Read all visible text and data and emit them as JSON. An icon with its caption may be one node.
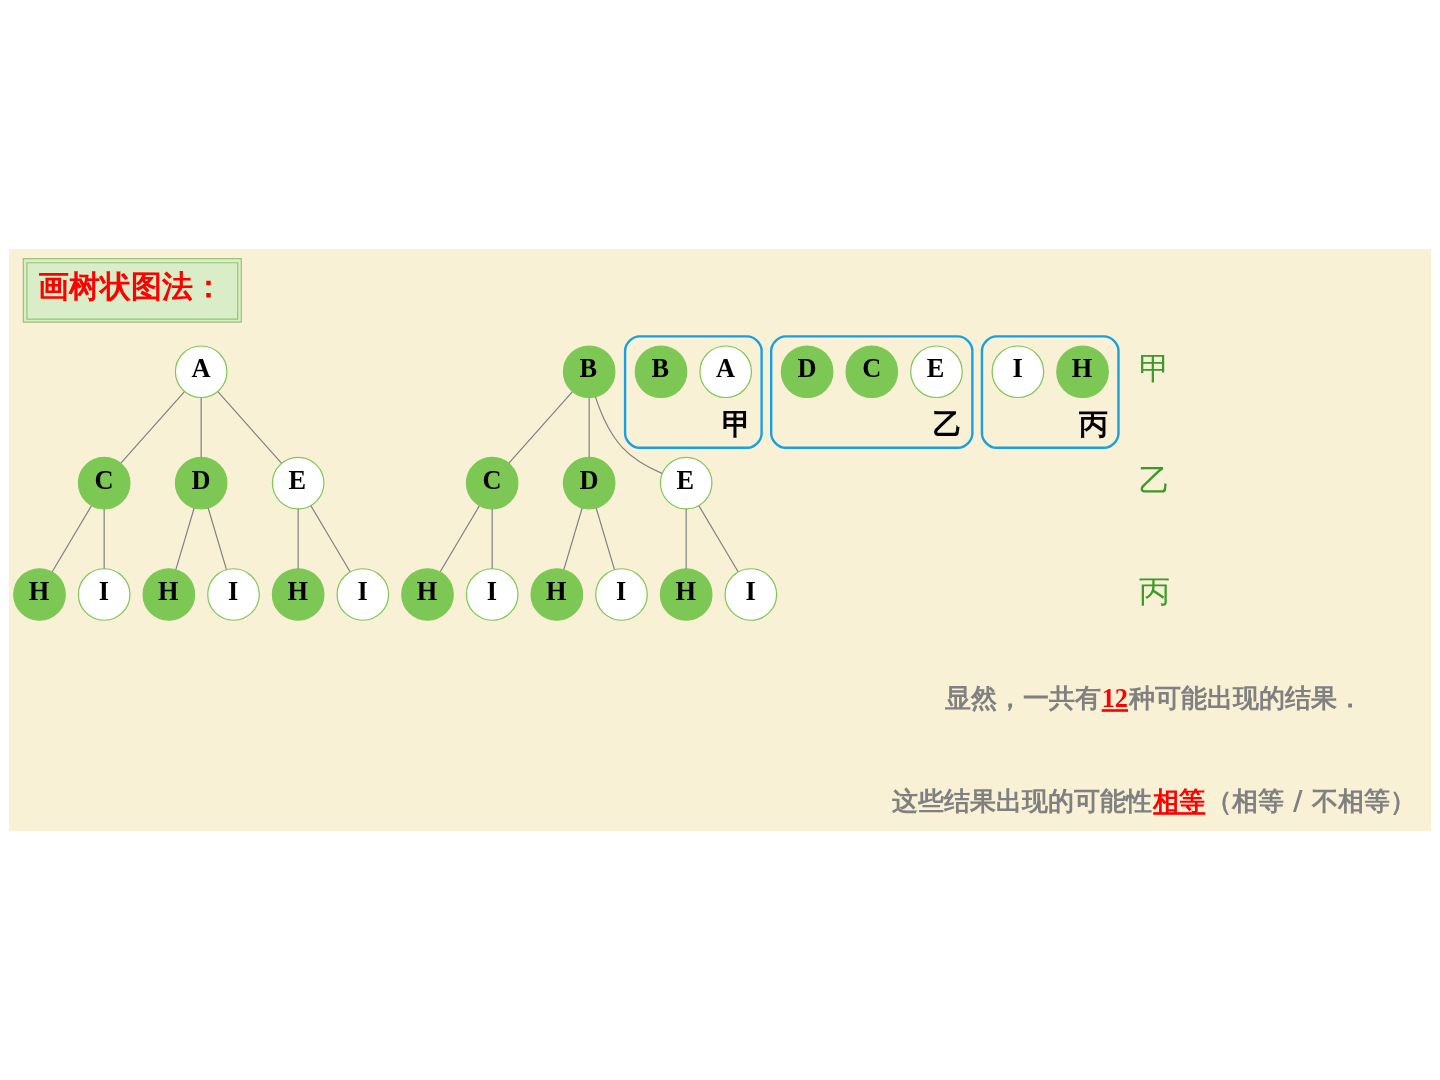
{
  "diagram": {
    "title": "画树状图法：",
    "nodes": [
      {
        "text": [
          "A"
        ]
      },
      {
        "text": [
          "B"
        ]
      },
      {
        "text": [
          "C"
        ]
      },
      {
        "text": [
          "D"
        ]
      },
      {
        "text": [
          "E"
        ]
      },
      {
        "text": [
          "C"
        ]
      },
      {
        "text": [
          "D"
        ]
      },
      {
        "text": [
          "E"
        ]
      },
      {
        "text": [
          "H"
        ]
      },
      {
        "text": [
          "I"
        ]
      },
      {
        "text": [
          "H"
        ]
      },
      {
        "text": [
          "I"
        ]
      },
      {
        "text": [
          "H"
        ]
      },
      {
        "text": [
          "I"
        ]
      },
      {
        "text": [
          "H"
        ]
      },
      {
        "text": [
          "I"
        ]
      },
      {
        "text": [
          "H"
        ]
      },
      {
        "text": [
          "I"
        ]
      },
      {
        "text": [
          "H"
        ]
      },
      {
        "text": [
          "I"
        ]
      },
      {
        "text": [
          "甲"
        ]
      },
      {
        "text": [
          "A"
        ],
        "in": 20
      },
      {
        "text": [
          "B"
        ],
        "in": 20
      },
      {
        "text": [
          "乙"
        ]
      },
      {
        "text": [
          "E"
        ],
        "in": 23
      },
      {
        "text": [
          "C"
        ],
        "in": 23
      },
      {
        "text": [
          "D"
        ],
        "in": 23
      },
      {
        "text": [
          "丙"
        ]
      },
      {
        "text": [
          "H"
        ],
        "in": 27
      },
      {
        "text": [
          "I"
        ],
        "in": 27
      }
    ],
    "edges": [
      {
        "from": 0,
        "to": 2,
        "arrow": "none"
      },
      {
        "from": 0,
        "to": 3,
        "arrow": "none"
      },
      {
        "from": 0,
        "to": 4,
        "arrow": "none"
      },
      {
        "from": 1,
        "to": 5,
        "arrow": "none"
      },
      {
        "from": 1,
        "to": 6,
        "arrow": "none"
      },
      {
        "from": 1,
        "to": 7,
        "arrow": "none"
      },
      {
        "from": 2,
        "to": 8,
        "arrow": "none"
      },
      {
        "from": 2,
        "to": 9,
        "arrow": "none"
      },
      {
        "from": 3,
        "to": 10,
        "arrow": "none"
      },
      {
        "from": 3,
        "to": 11,
        "arrow": "none"
      },
      {
        "from": 4,
        "to": 12,
        "arrow": "none"
      },
      {
        "from": 4,
        "to": 13,
        "arrow": "none"
      },
      {
        "from": 5,
        "to": 14,
        "arrow": "none"
      },
      {
        "from": 5,
        "to": 15,
        "arrow": "none"
      },
      {
        "from": 6,
        "to": 16,
        "arrow": "none"
      },
      {
        "from": 6,
        "to": 17,
        "arrow": "none"
      },
      {
        "from": 7,
        "to": 18,
        "arrow": "none"
      },
      {
        "from": 7,
        "to": 19,
        "arrow": "none"
      }
    ],
    "labels": [
      "甲",
      "乙",
      "丙",
      "显然，一共有",
      "12",
      "种可能出现的结果．",
      "这些结果出现的可能性",
      "相等",
      "（相等 / 不相等）"
    ]
  }
}
